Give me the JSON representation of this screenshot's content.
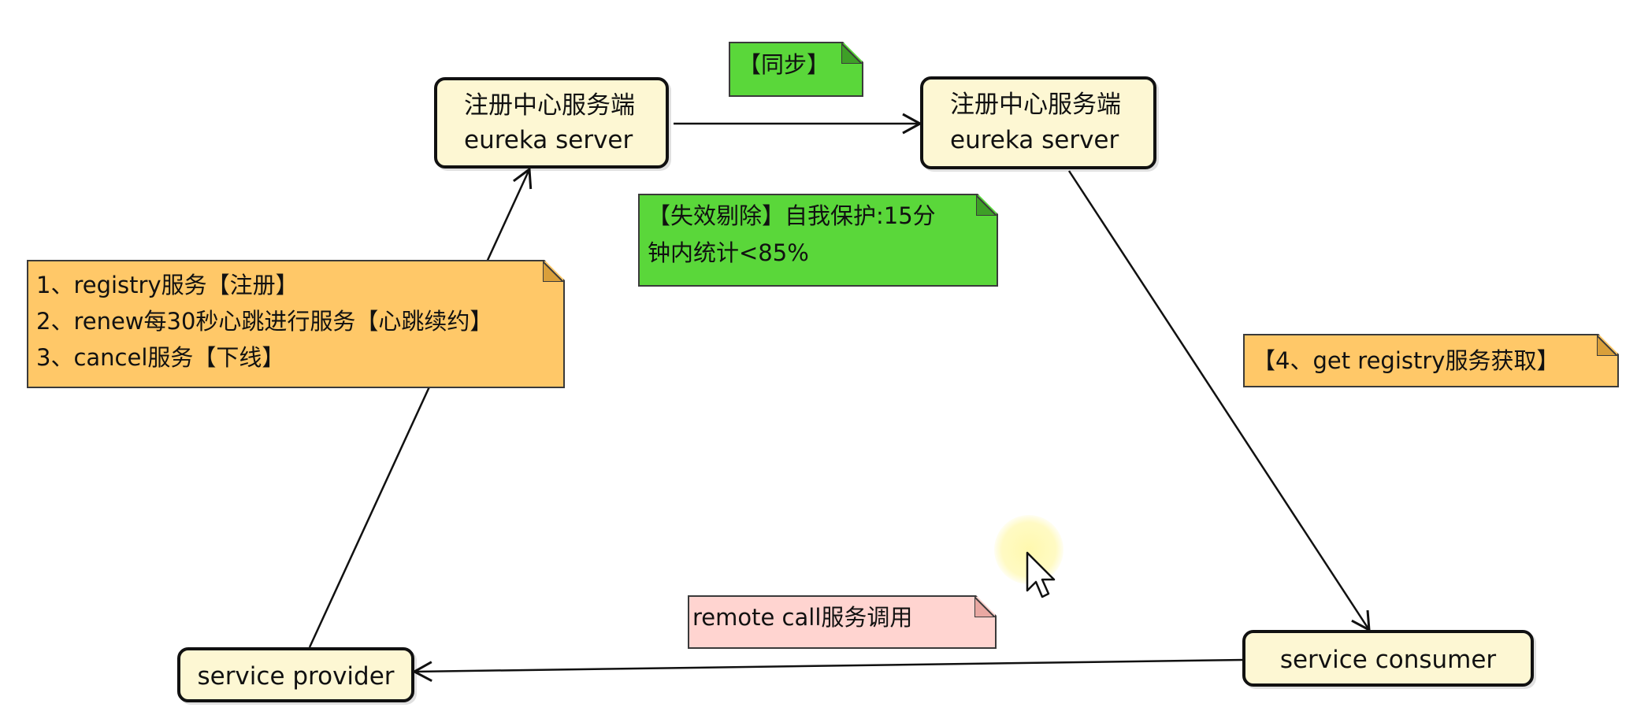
{
  "nodes": {
    "eureka_left": {
      "line1": "注册中心服务端",
      "line2": "eureka server"
    },
    "eureka_right": {
      "line1": "注册中心服务端",
      "line2": "eureka server"
    },
    "provider": {
      "label": "service provider"
    },
    "consumer": {
      "label": "service consumer"
    }
  },
  "notes": {
    "sync": {
      "text": "【同步】"
    },
    "eviction": {
      "line1": "【失效剔除】自我保护:15分",
      "line2": "钟内统计<85%"
    },
    "registry_ops": {
      "line1": "1、registry服务【注册】",
      "line2": "2、renew每30秒心跳进行服务【心跳续约】",
      "line3": "3、cancel服务【下线】"
    },
    "get_registry": {
      "text": "【4、get registry服务获取】"
    },
    "remote_call": {
      "text": "remote call服务调用"
    }
  },
  "colors": {
    "node_fill": "#fdf7d3",
    "note_orange": "#ffc868",
    "note_green": "#5ad73a",
    "note_pink": "#ffd4d0",
    "stroke": "#111111"
  },
  "icons": {
    "cursor": "mouse-pointer-icon"
  }
}
